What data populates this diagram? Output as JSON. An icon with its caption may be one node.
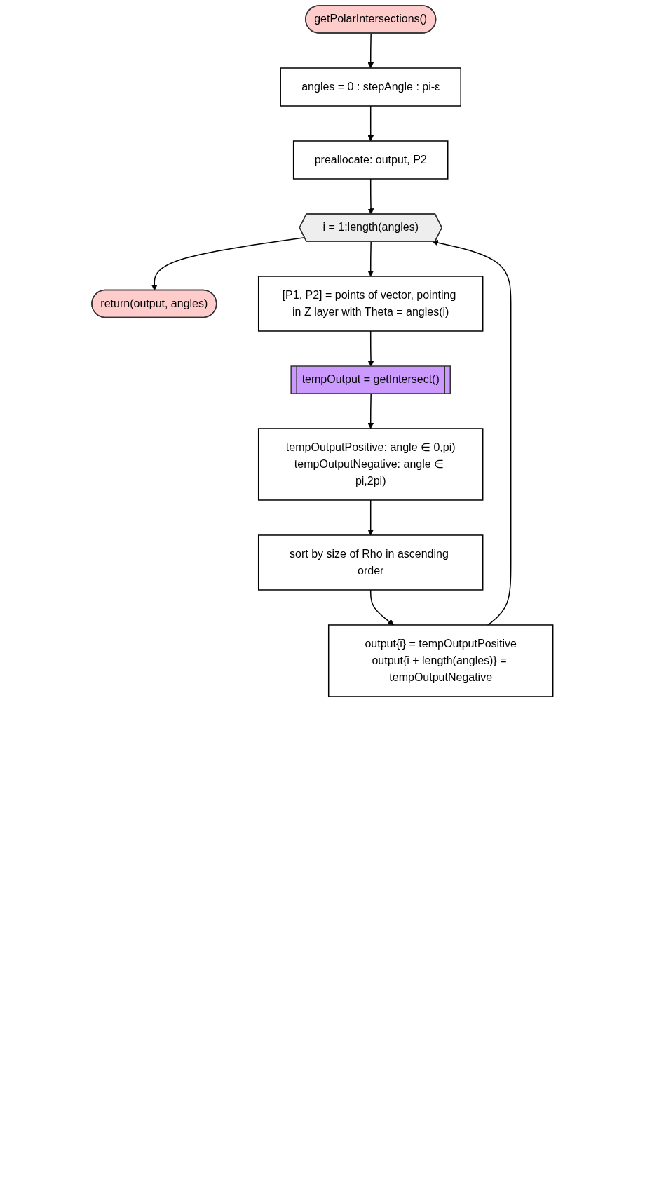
{
  "diagram": {
    "nodes": [
      {
        "text": [
          "getPolarIntersections()"
        ]
      },
      {
        "text": [
          "angles = 0 : stepAngle : pi-ε"
        ]
      },
      {
        "text": [
          "preallocate: output, P2"
        ]
      },
      {
        "text": [
          "i = 1:length(angles)"
        ]
      },
      {
        "text": [
          "return(output, angles)"
        ]
      },
      {
        "text": [
          "[P1, P2] = points of vector, pointing in Z layer with Theta = angles(i)"
        ]
      },
      {
        "text": [
          "tempOutput = getIntersect()"
        ]
      },
      {
        "text": [
          "tempOutputPositive: angle ∈ 0,pi)",
          "tempOutputNegative: angle ∈ pi,2pi)"
        ]
      },
      {
        "text": [
          "sort by size of Rho in ascending order"
        ]
      },
      {
        "text": [
          "output{i} = tempOutputPositive",
          "output{i + length(angles)} = tempOutputNegative"
        ]
      }
    ],
    "edges": [
      {
        "from": 0,
        "to": 1,
        "arrow": "to"
      },
      {
        "from": 1,
        "to": 2,
        "arrow": "to"
      },
      {
        "from": 2,
        "to": 3,
        "arrow": "to"
      },
      {
        "from": 3,
        "to": 4,
        "arrow": "to"
      },
      {
        "from": 3,
        "to": 5,
        "arrow": "to"
      },
      {
        "from": 5,
        "to": 6,
        "arrow": "to"
      },
      {
        "from": 6,
        "to": 7,
        "arrow": "to"
      },
      {
        "from": 7,
        "to": 8,
        "arrow": "to"
      },
      {
        "from": 8,
        "to": 9,
        "arrow": "to"
      },
      {
        "from": 9,
        "to": 3,
        "arrow": "to"
      }
    ]
  }
}
